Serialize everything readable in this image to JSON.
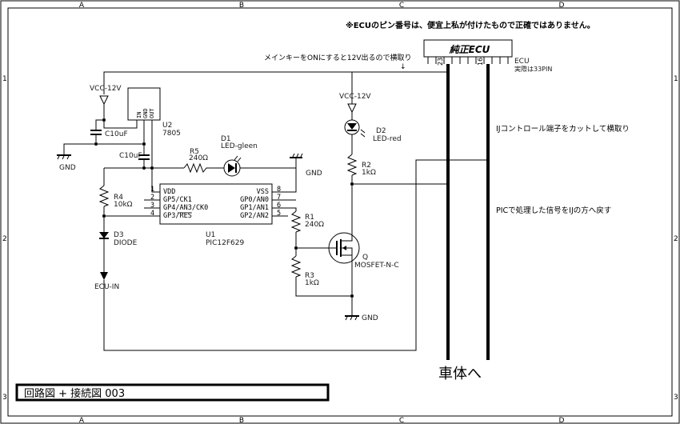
{
  "frame": {
    "col_labels": [
      "A",
      "B",
      "C",
      "D"
    ],
    "row_labels": [
      "1",
      "2",
      "3"
    ]
  },
  "title_block": {
    "text": "回路図 + 接続図 003"
  },
  "notes": {
    "pin_note": "※ECUのピン番号は、便宜上私が付けたもので正確ではありません。",
    "main_key_note": "メインキーをONにすると12V出るので横取り",
    "arrow_down": "↓",
    "ij_cut_note": "IJコントロール端子をカットして横取り",
    "pic_return_note": "PICで処理した信号をIJの方へ戻す",
    "to_body": "車体へ"
  },
  "ecu": {
    "title": "純正ECU",
    "ref": "ECU",
    "sub": "実際は33PIN",
    "pin_a": "23",
    "pin_b": "16"
  },
  "power": {
    "vcc_left": "VCC-12V",
    "vcc_right": "VCC-12V",
    "gnd_left": "GND",
    "gnd_mid": "GND",
    "gnd_bottom": "GND"
  },
  "components": {
    "u2": {
      "ref": "U2",
      "value": "7805",
      "pins": [
        "IN",
        "GND",
        "OUT"
      ]
    },
    "c1": {
      "value": "C10uF"
    },
    "c2": {
      "value": "C10uF"
    },
    "r5": {
      "ref": "R5",
      "value": "240Ω"
    },
    "d1": {
      "ref": "D1",
      "value": "LED-gleen"
    },
    "d2": {
      "ref": "D2",
      "value": "LED-red"
    },
    "r2": {
      "ref": "R2",
      "value": "1kΩ"
    },
    "r4": {
      "ref": "R4",
      "value": "10kΩ"
    },
    "d3": {
      "ref": "D3",
      "value": "DIODE"
    },
    "ecu_in": {
      "label": "ECU-IN"
    },
    "r1": {
      "ref": "R1",
      "value": "240Ω"
    },
    "r3": {
      "ref": "R3",
      "value": "1kΩ"
    },
    "q": {
      "ref": "Q",
      "value": "MOSFET-N-C"
    },
    "u1": {
      "ref": "U1",
      "value": "PIC12F629",
      "left_pins": [
        {
          "num": "1",
          "name": "VDD"
        },
        {
          "num": "2",
          "name": "GP5/CK1"
        },
        {
          "num": "3",
          "name": "GP4/AN3/CK0"
        },
        {
          "num": "4",
          "name": "GP3/RES"
        }
      ],
      "right_pins": [
        {
          "num": "8",
          "name": "VSS"
        },
        {
          "num": "7",
          "name": "GP0/AN0"
        },
        {
          "num": "6",
          "name": "GP1/AN1"
        },
        {
          "num": "5",
          "name": "GP2/AN2"
        }
      ]
    }
  }
}
